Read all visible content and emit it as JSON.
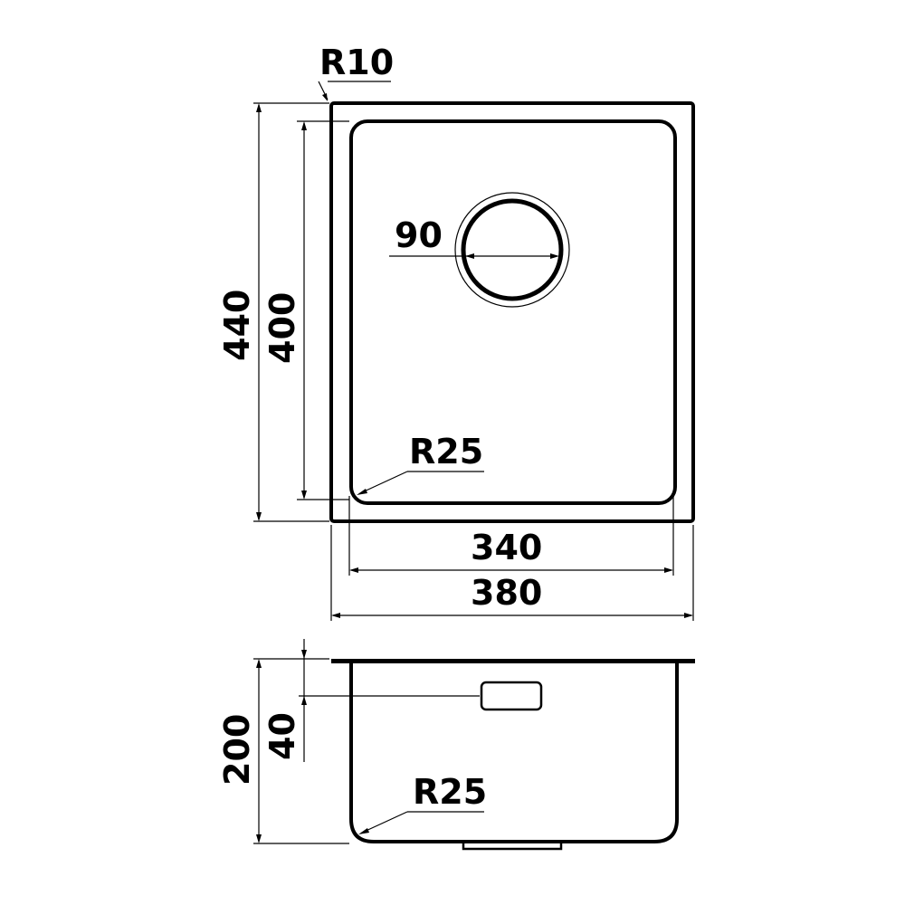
{
  "drawing": {
    "top_view": {
      "corner_radius_label": "R10",
      "drain_diameter_label": "90",
      "inner_corner_radius_label": "R25",
      "outer_height_label": "440",
      "inner_height_label": "400",
      "inner_width_label": "340",
      "outer_width_label": "380"
    },
    "side_view": {
      "depth_label": "200",
      "overflow_offset_label": "40",
      "bottom_radius_label": "R25"
    }
  }
}
